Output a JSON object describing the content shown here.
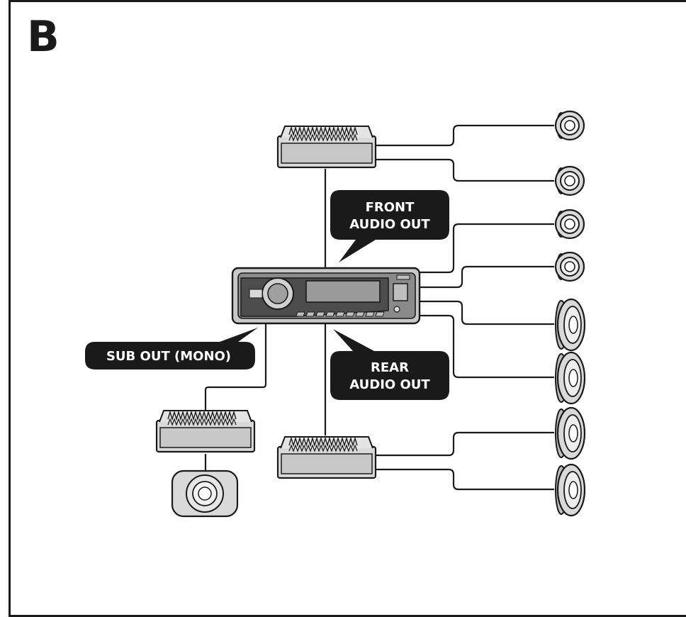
{
  "figure": {
    "section_label": "B"
  },
  "callouts": {
    "front_line1": "FRONT",
    "front_line2": "AUDIO OUT",
    "rear_line1": "REAR",
    "rear_line2": "AUDIO OUT",
    "sub": "SUB OUT (MONO)"
  },
  "colors": {
    "outline": "#1a1a1a",
    "callout_bg": "#1a1a1a",
    "callout_text": "#ffffff",
    "device_fill": "#d9d9d9",
    "device_dark": "#a6a6a6"
  },
  "icons": [
    "head-unit",
    "amplifier",
    "tweeter-speaker",
    "oval-speaker",
    "subwoofer"
  ]
}
